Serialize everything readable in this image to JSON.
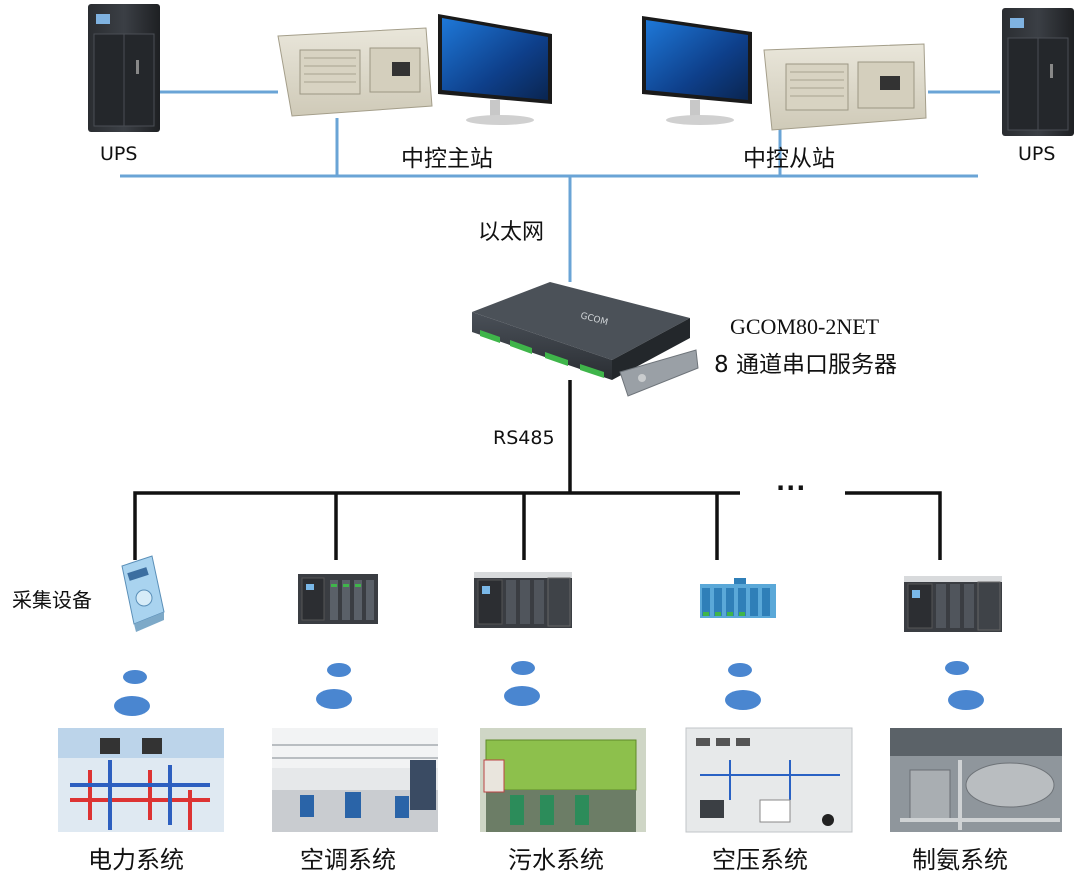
{
  "labels": {
    "ups_left": "UPS",
    "ups_right": "UPS",
    "master_station": "中控主站",
    "slave_station": "中控从站",
    "ethernet": "以太网",
    "server_model": "GCOM80-2NET",
    "server_desc": "8 通道串口服务器",
    "rs485": "RS485",
    "ellipsis": "···",
    "acq_device": "采集设备"
  },
  "systems": [
    {
      "name": "电力系统"
    },
    {
      "name": "空调系统"
    },
    {
      "name": "污水系统"
    },
    {
      "name": "空压系统"
    },
    {
      "name": "制氨系统"
    }
  ],
  "colors": {
    "ethernet_line": "#6aa4d6",
    "rs485_line": "#111111",
    "wireless_dot": "#4a86d0",
    "server_body": "#3a4047",
    "terminal_green": "#3fb54a"
  },
  "device_server_label": "GCOM"
}
